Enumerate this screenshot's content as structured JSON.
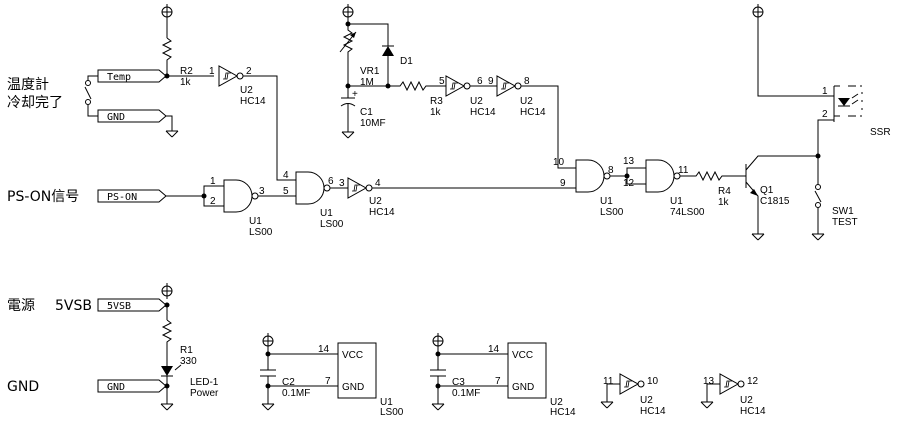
{
  "signals": {
    "temp_label": "温度計",
    "cool_label": "冷却完了",
    "pson_label": "PS-ON信号",
    "power_label": "電源",
    "vsb_label": "5VSB",
    "gnd_label": "GND"
  },
  "connectors": {
    "temp": "Temp",
    "gnd1": "GND",
    "pson": "PS-ON",
    "vsb": "5VSB",
    "gnd2": "GND"
  },
  "parts": {
    "r2": {
      "ref": "R2",
      "value": "1k"
    },
    "r3": {
      "ref": "R3",
      "value": "1k"
    },
    "r4": {
      "ref": "R4",
      "value": "1k"
    },
    "r1": {
      "ref": "R1",
      "value": "330"
    },
    "vr1": {
      "ref": "VR1",
      "value": "1M"
    },
    "c1": {
      "ref": "C1",
      "value": "10MF"
    },
    "d1": {
      "ref": "D1"
    },
    "c2": {
      "ref": "C2",
      "value": "0.1MF"
    },
    "c3": {
      "ref": "C3",
      "value": "0.1MF"
    },
    "q1": {
      "ref": "Q1",
      "value": "C1815"
    },
    "sw1": {
      "ref": "SW1",
      "value": "TEST"
    },
    "ssr": {
      "ref": "SSR"
    },
    "led1": {
      "ref": "LED-1",
      "value": "Power"
    }
  },
  "gates": {
    "inv_a": {
      "unit": "U2",
      "part": "HC14",
      "pin_in": "1",
      "pin_out": "2"
    },
    "nand_a": {
      "unit": "U1",
      "part": "LS00",
      "pin_in1": "1",
      "pin_in2": "2",
      "pin_out": "3"
    },
    "nand_b": {
      "unit": "U1",
      "part": "LS00",
      "pin_in1": "4",
      "pin_in2": "5",
      "pin_out": "6"
    },
    "inv_b": {
      "unit": "U2",
      "part": "HC14",
      "pin_in": "3",
      "pin_out": "4"
    },
    "inv_c": {
      "unit": "U2",
      "part": "HC14",
      "pin_in": "5",
      "pin_out": "6"
    },
    "inv_d": {
      "unit": "U2",
      "part": "HC14",
      "pin_in": "9",
      "pin_out": "8"
    },
    "nand_c": {
      "unit": "U1",
      "part": "LS00",
      "pin_in1": "10",
      "pin_in2": "9",
      "pin_out": "8"
    },
    "nand_d": {
      "unit": "U1",
      "part": "74LS00",
      "pin_in1": "13",
      "pin_in2": "12",
      "pin_out": "11"
    },
    "inv_e": {
      "unit": "U2",
      "part": "HC14",
      "pin_in": "11",
      "pin_out": "10"
    },
    "inv_f": {
      "unit": "U2",
      "part": "HC14",
      "pin_in": "13",
      "pin_out": "12"
    }
  },
  "power_blocks": {
    "u1": {
      "unit": "U1",
      "part": "LS00",
      "vcc": "VCC",
      "gnd": "GND",
      "pin_vcc": "14",
      "pin_gnd": "7"
    },
    "u2": {
      "unit": "U2",
      "part": "HC14",
      "vcc": "VCC",
      "gnd": "GND",
      "pin_vcc": "14",
      "pin_gnd": "7"
    }
  },
  "ssr_pins": {
    "p1": "1",
    "p2": "2"
  }
}
